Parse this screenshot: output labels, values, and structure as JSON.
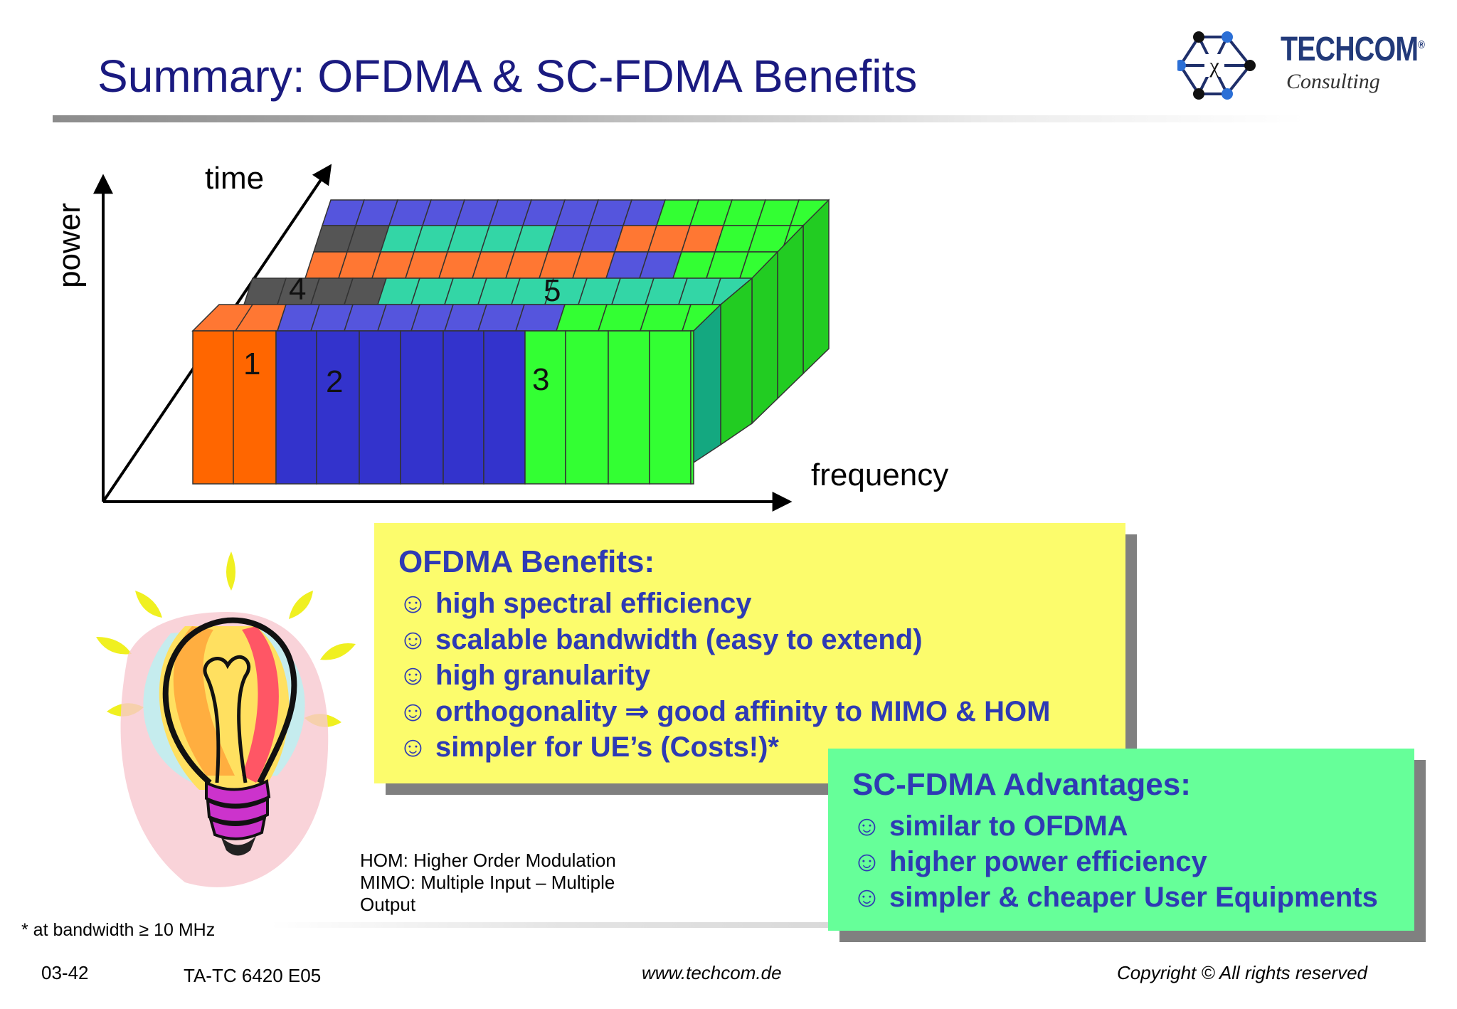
{
  "title": "Summary: OFDMA & SC-FDMA Benefits",
  "logo": {
    "name": "TECHCOM",
    "registered": "®",
    "tagline": "Consulting"
  },
  "diagram": {
    "axes": {
      "y": "power",
      "z": "time",
      "x": "frequency"
    },
    "block_numbers": [
      "1",
      "2",
      "3",
      "4",
      "5"
    ],
    "colors": {
      "orange": "#ff6600",
      "blue": "#3333cc",
      "green": "#33ff33",
      "teal": "#33d6a6",
      "gray": "#555555",
      "purple_blue": "#5555dd"
    }
  },
  "ofdma": {
    "title": "OFDMA Benefits:",
    "items": [
      "☺ high spectral efficiency",
      "☺  scalable bandwidth (easy to extend)",
      "☺  high granularity",
      "☺  orthogonality ⇒ good affinity to MIMO & HOM",
      "☺  simpler for UE’s (Costs!)*"
    ]
  },
  "scfdma": {
    "title": "SC-FDMA Advantages:",
    "items": [
      "☺ similar to OFDMA",
      "☺ higher power efficiency",
      "☺ simpler & cheaper User Equipments"
    ]
  },
  "abbreviations": [
    "HOM: Higher Order Modulation",
    "MIMO: Multiple Input – Multiple",
    "Output"
  ],
  "footnote": "* at bandwidth ≥ 10 MHz",
  "footer": {
    "page": "03-42",
    "course": "TA-TC 6420 E05",
    "website": "www.techcom.de",
    "copyright": "Copyright ©  All rights reserved"
  }
}
